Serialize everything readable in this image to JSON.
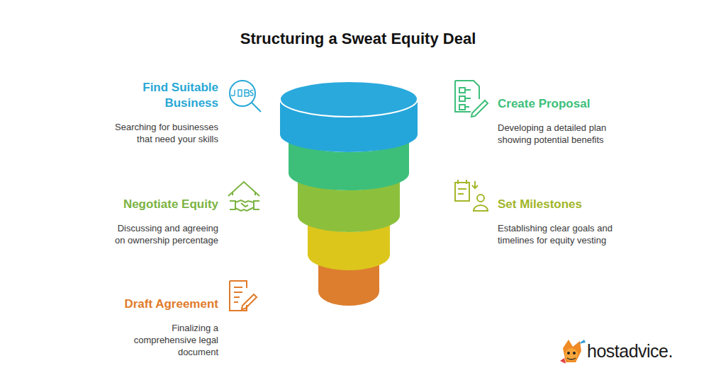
{
  "diagram": {
    "title": "Structuring a Sweat Equity Deal",
    "nodes": [
      {
        "text": [
          "Find Suitable Business",
          "Searching for businesses that need your skills"
        ]
      },
      {
        "text": [
          "Create Proposal",
          "Developing a detailed plan showing potential benefits"
        ]
      },
      {
        "text": [
          "Negotiate Equity",
          "Discussing and agreeing on ownership percentage"
        ]
      },
      {
        "text": [
          "Set Milestones",
          "Establishing clear goals and timelines for equity vesting"
        ]
      },
      {
        "text": [
          "Draft Agreement",
          "Finalizing a comprehensive legal document"
        ]
      }
    ],
    "labels": [
      "hostadvice."
    ]
  }
}
